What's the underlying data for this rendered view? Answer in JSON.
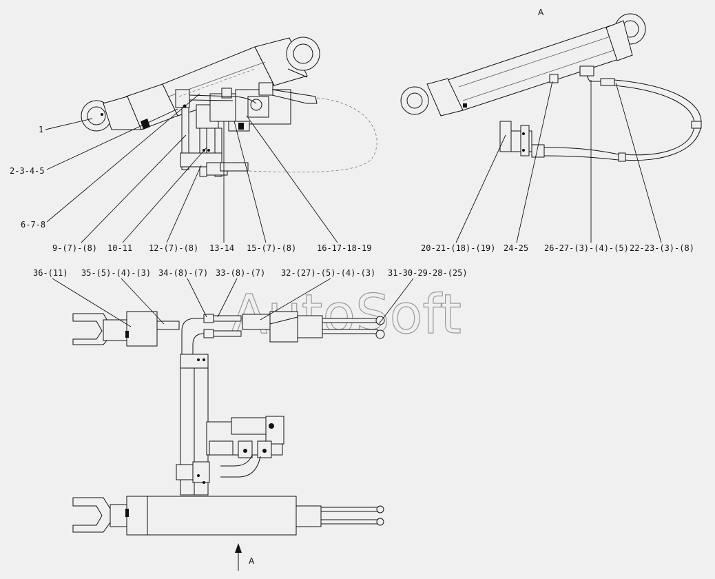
{
  "view_marks": {
    "top": "A",
    "bottom": "A"
  },
  "watermark": "AutoSoft",
  "callouts": [
    "1",
    "2-3-4-5",
    "6-7-8",
    "9-(7)-(8)",
    "10-11",
    "12-(7)-(8)",
    "13-14",
    "15-(7)-(8)",
    "16-17-18-19",
    "20-21-(18)-(19)",
    "24-25",
    "26-27-(3)-(4)-(5)",
    "22-23-(3)-(8)",
    "36-(11)",
    "35-(5)-(4)-(3)",
    "34-(8)-(7)",
    "33-(8)-(7)",
    "32-(27)-(5)-(4)-(3)",
    "31-30-29-28-(25)"
  ]
}
